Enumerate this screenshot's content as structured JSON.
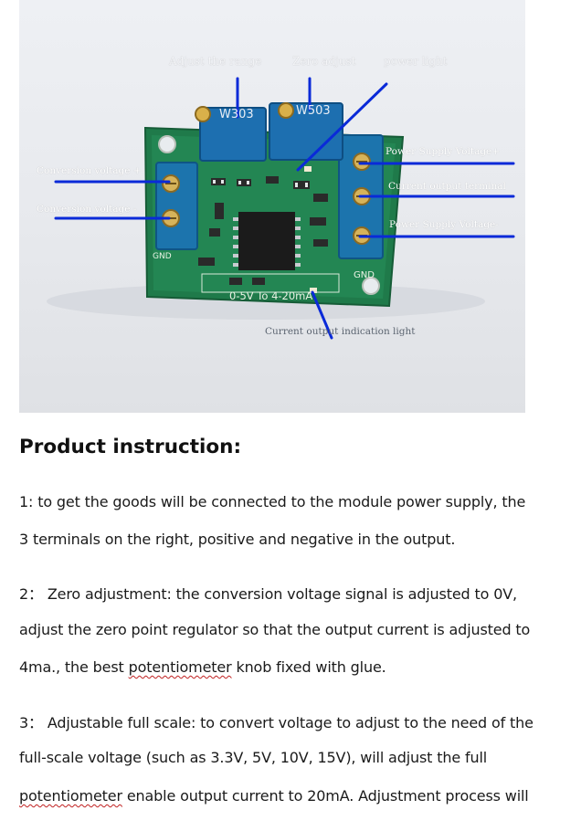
{
  "photo_labels": {
    "adjust_range": "Adjust the range",
    "zero_adjust": "Zero adjust",
    "power_light": "power light",
    "conversion_voltage_plus": "Conversion voltage +",
    "conversion_voltage_minus": "Conversion voltage -",
    "power_supply_plus": "Power Supply Voltage+",
    "current_output_terminal": "Current output terminal",
    "power_supply_minus": "Power Supply Voltage-",
    "current_output_indication": "Current output indication light"
  },
  "board_text": {
    "pot_left": "W303",
    "pot_right": "W503",
    "silk_range": "0-5V To 4-20mA",
    "gnd_left": "GND",
    "gnd_right": "GND"
  },
  "heading": "Product instruction:",
  "lines": {
    "l1": "1: to get the goods will be connected to the module power supply, the",
    "l2": "3 terminals on the right, positive and negative in the output.",
    "l3": "2： Zero adjustment: the conversion voltage signal is adjusted to 0V,",
    "l4": "adjust the zero point regulator so that the output current is adjusted to",
    "l5a": "4ma., the best ",
    "l5b": "potentiometer",
    "l5c": " knob fixed with glue.",
    "l6": "3： Adjustable full scale: to convert voltage to adjust to the need of the",
    "l7": "full-scale voltage (such as 3.3V, 5V, 10V, 15V), will adjust the full",
    "l8a": "potentiometer",
    "l8b": " enable output current to 20mA. Adjustment process will"
  }
}
